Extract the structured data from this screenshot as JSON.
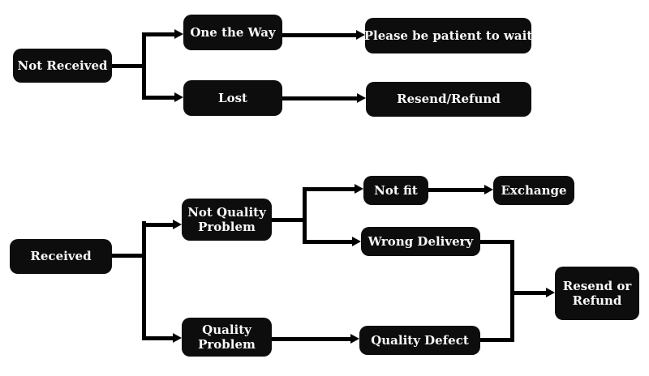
{
  "diagram": {
    "type": "flowchart",
    "colors": {
      "node_bg": "#0d0d0d",
      "node_text": "#f8f8f8",
      "connector": "#000000",
      "background": "#ffffff"
    },
    "nodes": {
      "not_received": {
        "label": "Not Received"
      },
      "one_the_way": {
        "label": "One the Way"
      },
      "lost": {
        "label": "Lost"
      },
      "please_be_patient": {
        "label": "Please be patient to wait"
      },
      "resend_refund": {
        "label": "Resend/Refund"
      },
      "received": {
        "label": "Received"
      },
      "not_quality_problem": {
        "label": "Not Quality Problem"
      },
      "quality_problem": {
        "label": "Quality Problem"
      },
      "not_fit": {
        "label": "Not fit"
      },
      "exchange": {
        "label": "Exchange"
      },
      "wrong_delivery": {
        "label": "Wrong Delivery"
      },
      "quality_defect": {
        "label": "Quality Defect"
      },
      "resend_or_refund": {
        "label": "Resend or Refund"
      }
    },
    "edges": [
      {
        "from": "not_received",
        "to": "one_the_way"
      },
      {
        "from": "not_received",
        "to": "lost"
      },
      {
        "from": "one_the_way",
        "to": "please_be_patient"
      },
      {
        "from": "lost",
        "to": "resend_refund"
      },
      {
        "from": "received",
        "to": "not_quality_problem"
      },
      {
        "from": "received",
        "to": "quality_problem"
      },
      {
        "from": "not_quality_problem",
        "to": "not_fit"
      },
      {
        "from": "not_quality_problem",
        "to": "wrong_delivery"
      },
      {
        "from": "not_fit",
        "to": "exchange"
      },
      {
        "from": "quality_problem",
        "to": "quality_defect"
      },
      {
        "from": "wrong_delivery",
        "to": "resend_or_refund"
      },
      {
        "from": "quality_defect",
        "to": "resend_or_refund"
      }
    ]
  }
}
